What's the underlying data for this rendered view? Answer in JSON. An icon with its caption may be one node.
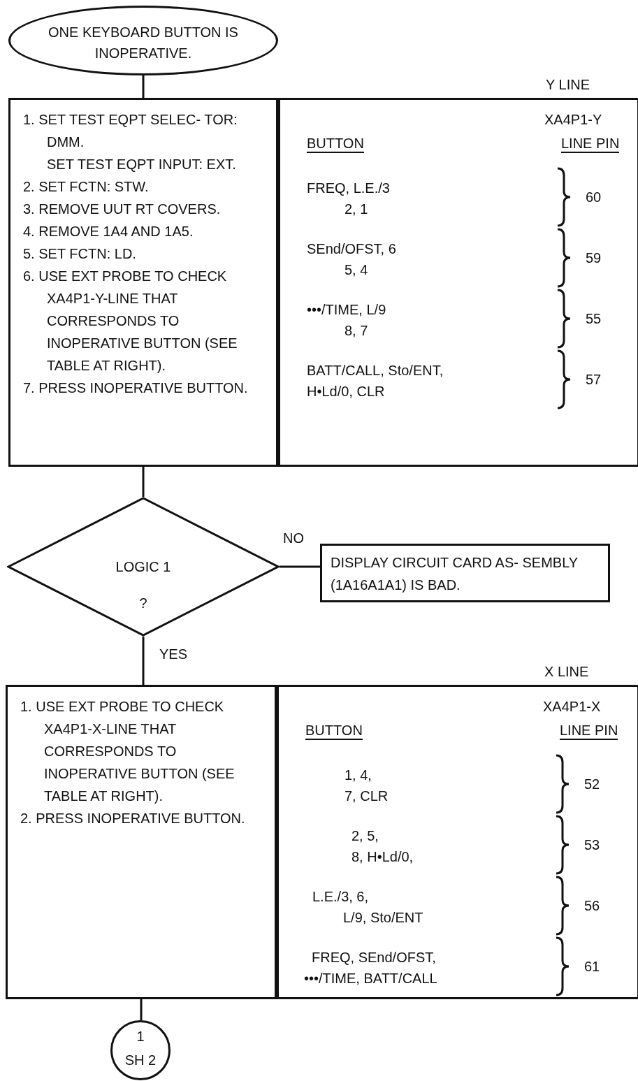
{
  "diagram": {
    "nodes": [
      {
        "text": [
          "ONE KEYBOARD BUTTON IS INOPERATIVE."
        ]
      },
      {
        "text": [
          "1. SET TEST EQPT SELEC- TOR: DMM.",
          "SET TEST EQPT INPUT: EXT.",
          "2. SET FCTN: STW.",
          "3. REMOVE UUT RT COVERS.",
          "4. REMOVE 1A4 AND 1A5.",
          "5. SET FCTN: LD.",
          "6. USE EXT PROBE TO CHECK XA4P1-Y-LINE THAT CORRESPONDS TO INOPERATIVE BUTTON (SEE TABLE AT RIGHT).",
          "7. PRESS INOPERATIVE BUTTON."
        ]
      },
      {
        "text": [
          "Y LINE",
          "XA4P1-Y",
          "BUTTON",
          "LINE PIN",
          "FREQ, L.E./3",
          "2, 1",
          "60",
          "SEnd/OFST, 6",
          "5, 4",
          "59",
          "•••/TIME, L/9",
          "8, 7",
          "55",
          "BATT/CALL, Sto/ENT,",
          "H•Ld/0, CLR",
          "57"
        ]
      },
      {
        "text": [
          "LOGIC 1",
          "?"
        ]
      },
      {
        "text": [
          "DISPLAY CIRCUIT CARD AS- SEMBLY (1A16A1A1) IS BAD."
        ]
      },
      {
        "text": [
          "1. USE EXT PROBE TO CHECK XA4P1-X-LINE THAT CORRESPONDS TO INOPERATIVE BUTTON (SEE TABLE AT RIGHT).",
          "2. PRESS INOPERATIVE BUTTON."
        ]
      },
      {
        "text": [
          "X LINE",
          "XA4P1-X",
          "BUTTON",
          "LINE PIN",
          "1, 4,",
          "7, CLR",
          "52",
          "2, 5,",
          "8, H•Ld/0,",
          "53",
          "L.E./3, 6,",
          "L/9, Sto/ENT",
          "56",
          "FREQ, SEnd/OFST,",
          "•••/TIME, BATT/CALL",
          "61"
        ]
      },
      {
        "text": [
          "1",
          "SH 2"
        ]
      }
    ],
    "edges": [
      {
        "from": 0,
        "to": 1,
        "arrow": "none"
      },
      {
        "from": 1,
        "to": 3,
        "arrow": "none"
      },
      {
        "from": 3,
        "to": 4,
        "arrow": "none",
        "label": "NO"
      },
      {
        "from": 3,
        "to": 5,
        "arrow": "none",
        "label": "YES"
      },
      {
        "from": 5,
        "to": 7,
        "arrow": "none"
      }
    ]
  }
}
